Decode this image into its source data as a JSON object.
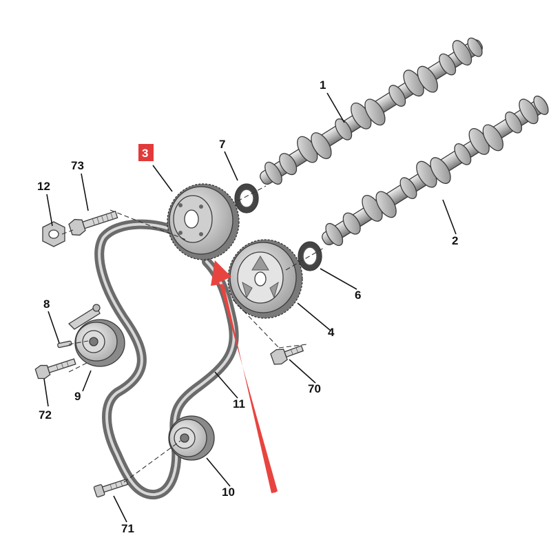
{
  "colors": {
    "highlight": "#e23a3a",
    "arrow": "#e8443f",
    "metal_light": "#d9d9d9",
    "metal_mid": "#b5b5b5",
    "metal_dark": "#7a7a7a",
    "belt": "#6b6b6b",
    "outline": "#3a3a3a"
  },
  "callouts": [
    {
      "id": "c1",
      "part": "intake-camshaft",
      "label": "1"
    },
    {
      "id": "c2",
      "part": "exhaust-camshaft",
      "label": "2"
    },
    {
      "id": "c3",
      "part": "upper-camshaft-sprocket",
      "label": "3",
      "highlighted": true
    },
    {
      "id": "c4",
      "part": "lower-camshaft-sprocket",
      "label": "4"
    },
    {
      "id": "c6",
      "part": "lower-oil-seal",
      "label": "6"
    },
    {
      "id": "c7",
      "part": "upper-oil-seal",
      "label": "7"
    },
    {
      "id": "c8",
      "part": "tensioner-pin",
      "label": "8"
    },
    {
      "id": "c9",
      "part": "tensioner-pulley",
      "label": "9"
    },
    {
      "id": "c10",
      "part": "idler-pulley",
      "label": "10"
    },
    {
      "id": "c11",
      "part": "timing-belt",
      "label": "11"
    },
    {
      "id": "c12",
      "part": "nut",
      "label": "12"
    },
    {
      "id": "c70",
      "part": "lower-sprocket-bolt",
      "label": "70"
    },
    {
      "id": "c71",
      "part": "idler-bolt",
      "label": "71"
    },
    {
      "id": "c72",
      "part": "tensioner-bolt",
      "label": "72"
    },
    {
      "id": "c73",
      "part": "upper-sprocket-bolt",
      "label": "73"
    }
  ]
}
